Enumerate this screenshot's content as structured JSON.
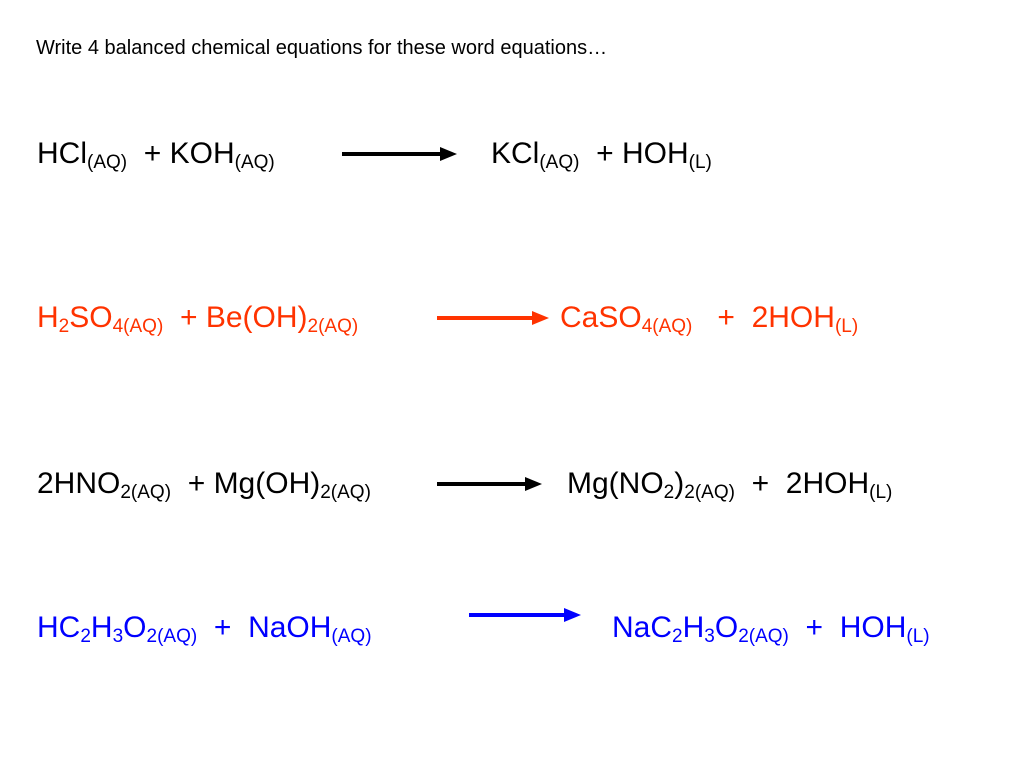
{
  "instruction": "Write 4 balanced chemical equations for these word equations…",
  "colors": {
    "eq1": "#000000",
    "eq2": "#ff3300",
    "eq3": "#000000",
    "eq4": "#0000ff"
  },
  "equations": [
    {
      "reactants": [
        {
          "t": "HCl",
          "s": "(AQ)"
        },
        {
          "t": "  + KOH",
          "s": "(AQ)"
        }
      ],
      "products": [
        {
          "t": "KCl",
          "s": "(AQ)"
        },
        {
          "t": "  + HOH",
          "s": "(L)"
        }
      ]
    },
    {
      "reactants": [
        {
          "t": "H",
          "s": "2"
        },
        {
          "t": "SO",
          "s": "4(AQ)"
        },
        {
          "t": "  + Be(OH)",
          "s": "2(AQ)"
        }
      ],
      "products": [
        {
          "t": "CaSO",
          "s": "4(AQ)"
        },
        {
          "t": "   +  2HOH",
          "s": "(L)"
        }
      ]
    },
    {
      "reactants": [
        {
          "t": "2HNO",
          "s": "2(AQ)"
        },
        {
          "t": "  + Mg(OH)",
          "s": "2(AQ)"
        }
      ],
      "products": [
        {
          "t": "Mg(NO",
          "s": "2"
        },
        {
          "t": ")",
          "s": "2(AQ)"
        },
        {
          "t": "  +  2HOH",
          "s": "(L)"
        }
      ]
    },
    {
      "reactants": [
        {
          "t": "HC",
          "s": "2"
        },
        {
          "t": "H",
          "s": "3"
        },
        {
          "t": "O",
          "s": "2(AQ)"
        },
        {
          "t": "  +  NaOH",
          "s": "(AQ)"
        }
      ],
      "products": [
        {
          "t": "NaC",
          "s": "2"
        },
        {
          "t": "H",
          "s": "3"
        },
        {
          "t": "O",
          "s": "2(AQ)"
        },
        {
          "t": "  +  HOH",
          "s": "(L)"
        }
      ]
    }
  ]
}
